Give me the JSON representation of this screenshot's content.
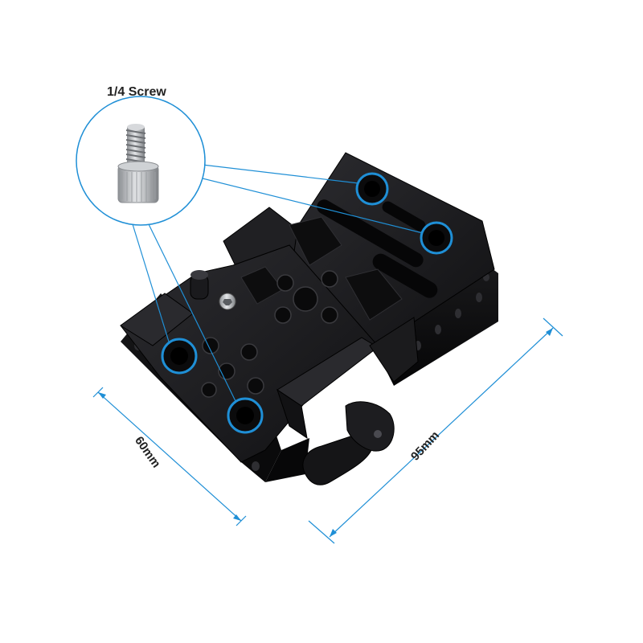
{
  "labels": {
    "screw": "1/4 Screw",
    "width_dimension": "60mm",
    "length_dimension": "95mm"
  },
  "colors": {
    "highlight": "#1f8fd6",
    "plate": "#1c1c1e",
    "plate_dark": "#0c0c0d",
    "plate_light": "#3a3a3e",
    "screw_metal": "#b9bcc0",
    "dimension_line": "#1f8fd6",
    "text": "#222222"
  }
}
